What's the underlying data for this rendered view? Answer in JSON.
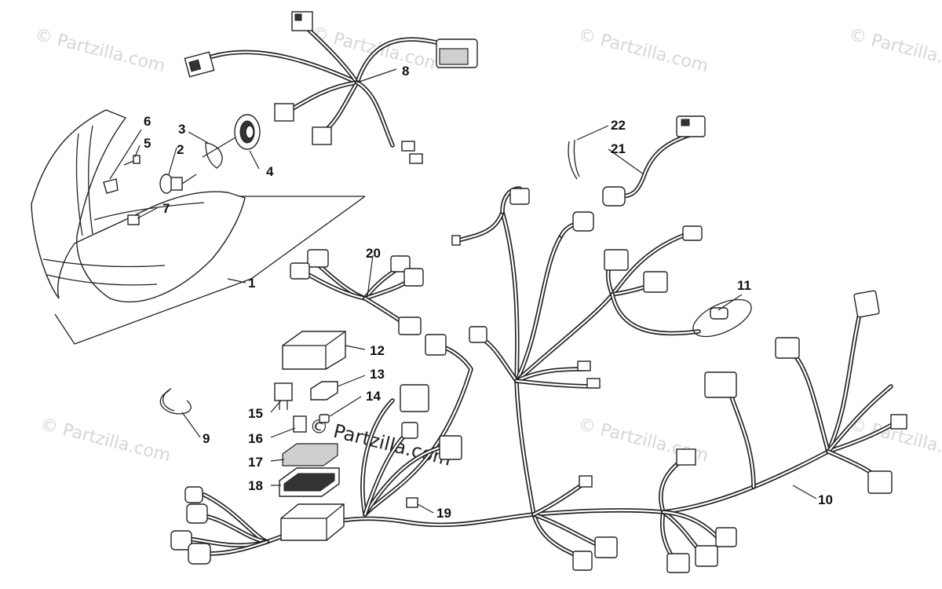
{
  "watermarks": [
    "© Partzilla.com",
    "© Partzilla.com",
    "© Partzilla.com",
    "© Partzilla.com",
    "© Partzilla.com",
    "© Partzilla.com",
    "© Partzilla.com"
  ],
  "center_watermark": "© Partzilla.com",
  "callouts": {
    "c1": "1",
    "c2": "2",
    "c3": "3",
    "c4": "4",
    "c5": "5",
    "c6": "6",
    "c7": "7",
    "c8": "8",
    "c9": "9",
    "c10": "10",
    "c11": "11",
    "c12": "12",
    "c13": "13",
    "c14": "14",
    "c15": "15",
    "c16": "16",
    "c17": "17",
    "c18": "18",
    "c19": "19",
    "c20": "20",
    "c21": "21",
    "c22": "22"
  }
}
